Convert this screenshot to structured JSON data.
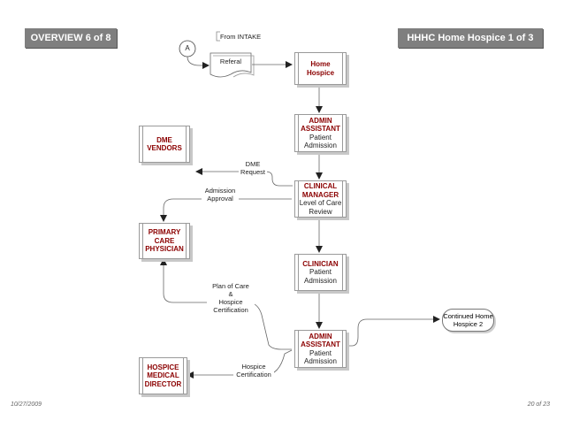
{
  "banners": {
    "left": "OVERVIEW 6 of 8",
    "right": "HHHC Home Hospice 1 of 3"
  },
  "connector": {
    "label": "A"
  },
  "intake": {
    "note": "From INTAKE",
    "document": "Referal"
  },
  "nodes": {
    "home_hospice": {
      "role": "Home\nHospice"
    },
    "admin_assistant_1": {
      "role": "ADMIN\nASSISTANT",
      "task": "Patient\nAdmission"
    },
    "dme_vendors": {
      "role": "DME\nVENDORS"
    },
    "clinical_manager": {
      "role": "CLINICAL\nMANAGER",
      "task": "Level of Care\nReview"
    },
    "primary_care": {
      "role": "PRIMARY\nCARE\nPHYSICIAN"
    },
    "clinician": {
      "role": "CLINICIAN",
      "task": "Patient\nAdmission"
    },
    "admin_assistant_2": {
      "role": "ADMIN\nASSISTANT",
      "task": "Patient\nAdmission"
    },
    "hospice_director": {
      "role": "HOSPICE\nMEDICAL\nDIRECTOR"
    },
    "continued": {
      "label": "Continued Home\nHospice 2"
    }
  },
  "edge_labels": {
    "dme_request": "DME\nRequest",
    "admission_approval": "Admission\nApproval",
    "plan_of_care": "Plan of Care\n&\nHospice\nCertification",
    "hospice_certification": "Hospice\nCertification"
  },
  "footer": {
    "date": "10/27/2009",
    "page": "20 of 23"
  }
}
